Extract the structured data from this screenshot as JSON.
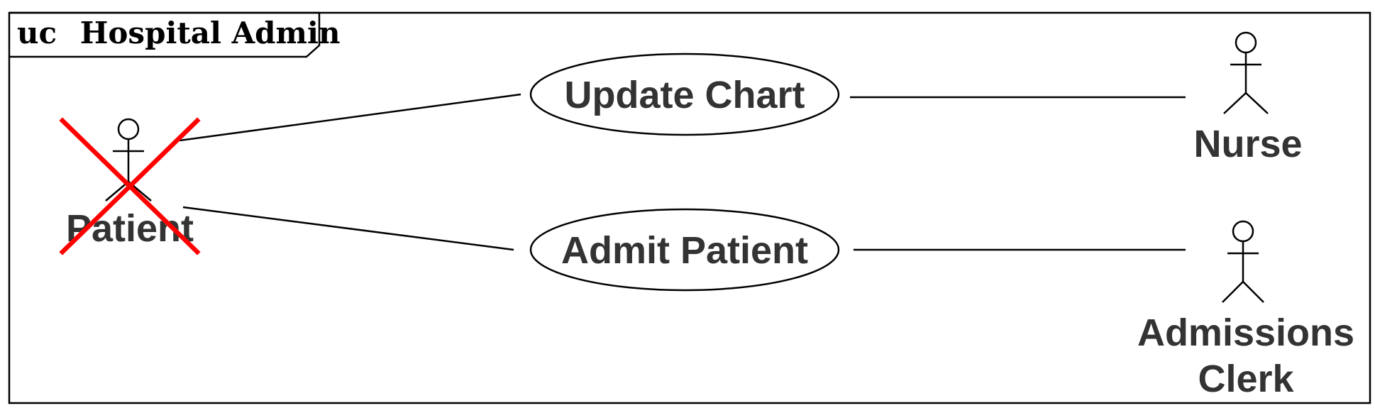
{
  "frame": {
    "keyword": "uc",
    "name": "Hospital Admin"
  },
  "use_cases": [
    {
      "id": "update-chart",
      "label": "Update Chart"
    },
    {
      "id": "admit-patient",
      "label": "Admit Patient"
    }
  ],
  "actors": [
    {
      "id": "patient",
      "label": "Patient",
      "crossed_out": true
    },
    {
      "id": "nurse",
      "label": "Nurse",
      "crossed_out": false
    },
    {
      "id": "admissions-clerk",
      "label_line1": "Admissions",
      "label_line2": "Clerk",
      "crossed_out": false
    }
  ],
  "associations": [
    {
      "from": "patient",
      "to": "update-chart"
    },
    {
      "from": "patient",
      "to": "admit-patient"
    },
    {
      "from": "update-chart",
      "to": "nurse"
    },
    {
      "from": "admit-patient",
      "to": "admissions-clerk"
    }
  ],
  "colors": {
    "cross_mark": "#ff0000",
    "label_text": "#333333",
    "lines": "#000000"
  }
}
